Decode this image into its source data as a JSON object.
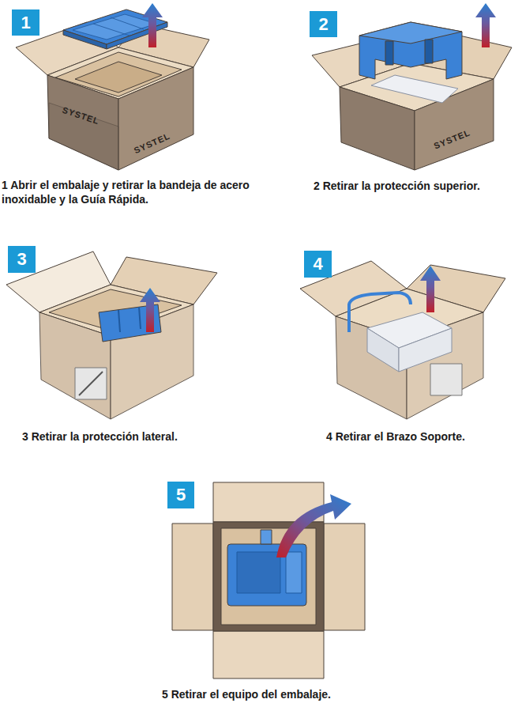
{
  "diagram": {
    "nodes": [
      {
        "text": [
          "1"
        ]
      },
      {
        "text": [
          "2"
        ]
      },
      {
        "text": [
          "3"
        ]
      },
      {
        "text": [
          "4"
        ]
      },
      {
        "text": [
          "5"
        ]
      }
    ],
    "labels": [
      "SYSTEL",
      "SYSTEL",
      "1 Abrir el embalaje y retirar la bandeja de acero inoxidable y la Guía Rápida.",
      "SYSTEL",
      "2 Retirar la protección superior.",
      "3 Retirar la protección lateral.",
      "4 Retirar el Brazo Soporte.",
      "5 Retirar el equipo del embalaje."
    ]
  }
}
